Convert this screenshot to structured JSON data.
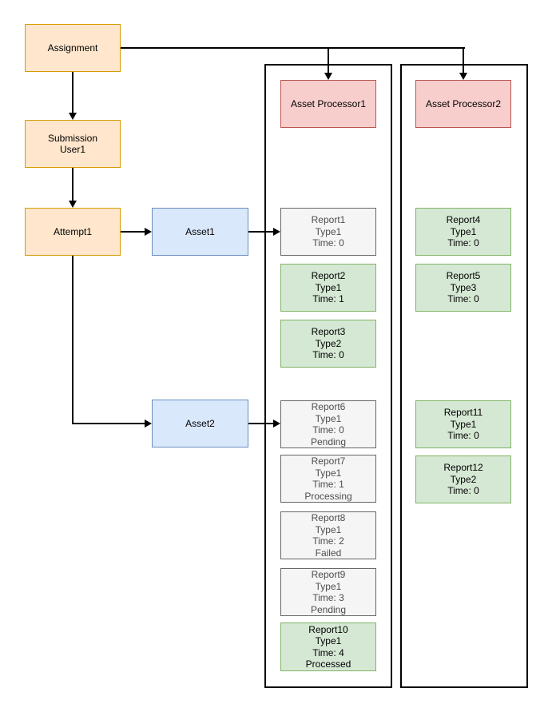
{
  "diagram": {
    "nodes": {
      "assignment": [
        "Assignment"
      ],
      "submission_user1": [
        "Submission",
        "User1"
      ],
      "attempt1": [
        "Attempt1"
      ],
      "asset1": [
        "Asset1"
      ],
      "asset2": [
        "Asset2"
      ],
      "asset_processor1": [
        "Asset Processor1"
      ],
      "asset_processor2": [
        "Asset Processor2"
      ],
      "report1": [
        "Report1",
        "Type1",
        "Time: 0"
      ],
      "report2": [
        "Report2",
        "Type1",
        "Time: 1"
      ],
      "report3": [
        "Report3",
        "Type2",
        "Time: 0"
      ],
      "report4": [
        "Report4",
        "Type1",
        "Time: 0"
      ],
      "report5": [
        "Report5",
        "Type3",
        "Time: 0"
      ],
      "report6": [
        "Report6",
        "Type1",
        "Time: 0",
        "Pending"
      ],
      "report7": [
        "Report7",
        "Type1",
        "Time: 1",
        "Processing"
      ],
      "report8": [
        "Report8",
        "Type1",
        "Time: 2",
        "Failed"
      ],
      "report9": [
        "Report9",
        "Type1",
        "Time: 3",
        "Pending"
      ],
      "report10": [
        "Report10",
        "Type1",
        "Time: 4",
        "Processed"
      ],
      "report11": [
        "Report11",
        "Type1",
        "Time: 0"
      ],
      "report12": [
        "Report12",
        "Type2",
        "Time: 0"
      ]
    },
    "edges": [
      {
        "from": "Assignment",
        "to": "Submission User1"
      },
      {
        "from": "Submission User1",
        "to": "Attempt1"
      },
      {
        "from": "Attempt1",
        "to": "Asset1"
      },
      {
        "from": "Attempt1",
        "to": "Asset2"
      },
      {
        "from": "Asset1",
        "to": "Report1"
      },
      {
        "from": "Asset2",
        "to": "Report6"
      },
      {
        "from": "Assignment",
        "to": "Asset Processor1"
      },
      {
        "from": "Assignment",
        "to": "Asset Processor2"
      }
    ],
    "palette": {
      "orange_fill": "#ffe6cc",
      "orange_stroke": "#d79b00",
      "blue_fill": "#dae8fc",
      "blue_stroke": "#6c8ebf",
      "green_fill": "#d5e8d4",
      "green_stroke": "#82b366",
      "red_fill": "#f8cecc",
      "red_stroke": "#b85450",
      "gray_fill": "#f5f5f5",
      "gray_stroke": "#666666",
      "gray_text": "#4d4d4d",
      "lane_stroke": "#000000",
      "edge_color": "#000000",
      "background": "#ffffff"
    }
  }
}
